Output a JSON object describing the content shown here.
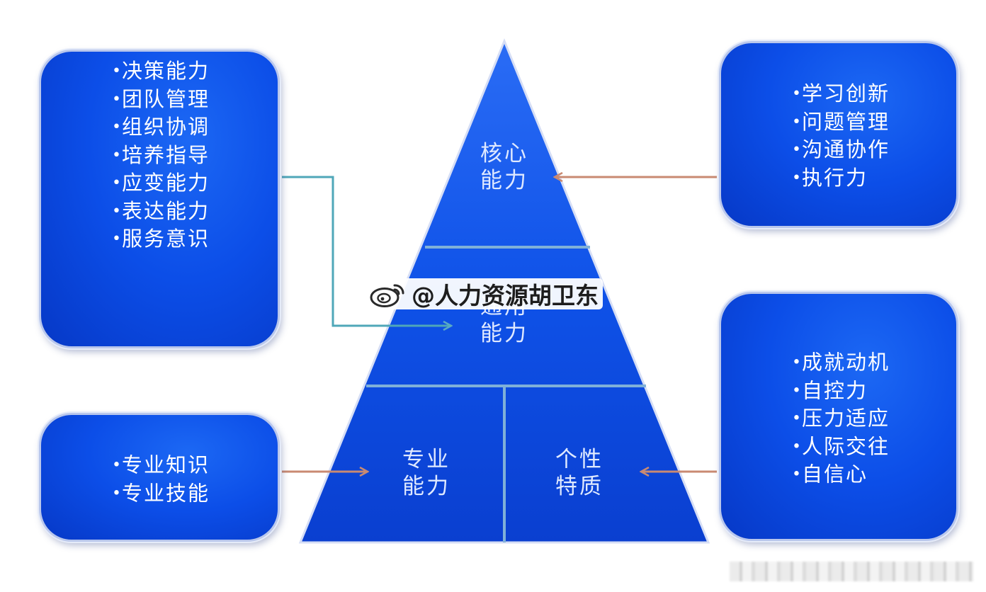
{
  "pyramid": {
    "top": [
      "核心",
      "能力"
    ],
    "middle": [
      "通用",
      "能力"
    ],
    "bottom_left": [
      "专业",
      "能力"
    ],
    "bottom_right": [
      "个性",
      "特质"
    ]
  },
  "boxes": {
    "top_left": [
      "决策能力",
      "团队管理",
      "组织协调",
      "培养指导",
      "应变能力",
      "表达能力",
      "服务意识"
    ],
    "bottom_left": [
      "专业知识",
      "专业技能"
    ],
    "top_right": [
      "学习创新",
      "问题管理",
      "沟通协作",
      "执行力"
    ],
    "bottom_right": [
      "成就动机",
      "自控力",
      "压力适应",
      "人际交往",
      "自信心"
    ]
  },
  "watermark": {
    "text": "@人力资源胡卫东",
    "icon": "weibo-logo-icon"
  },
  "colors": {
    "pyramid_fill": "#0d4fe6",
    "box_fill": "#0c4ee8",
    "divider": "#7fb0d8",
    "teal_connector": "#4fa7b8",
    "orange_arrow": "#c98a72"
  }
}
